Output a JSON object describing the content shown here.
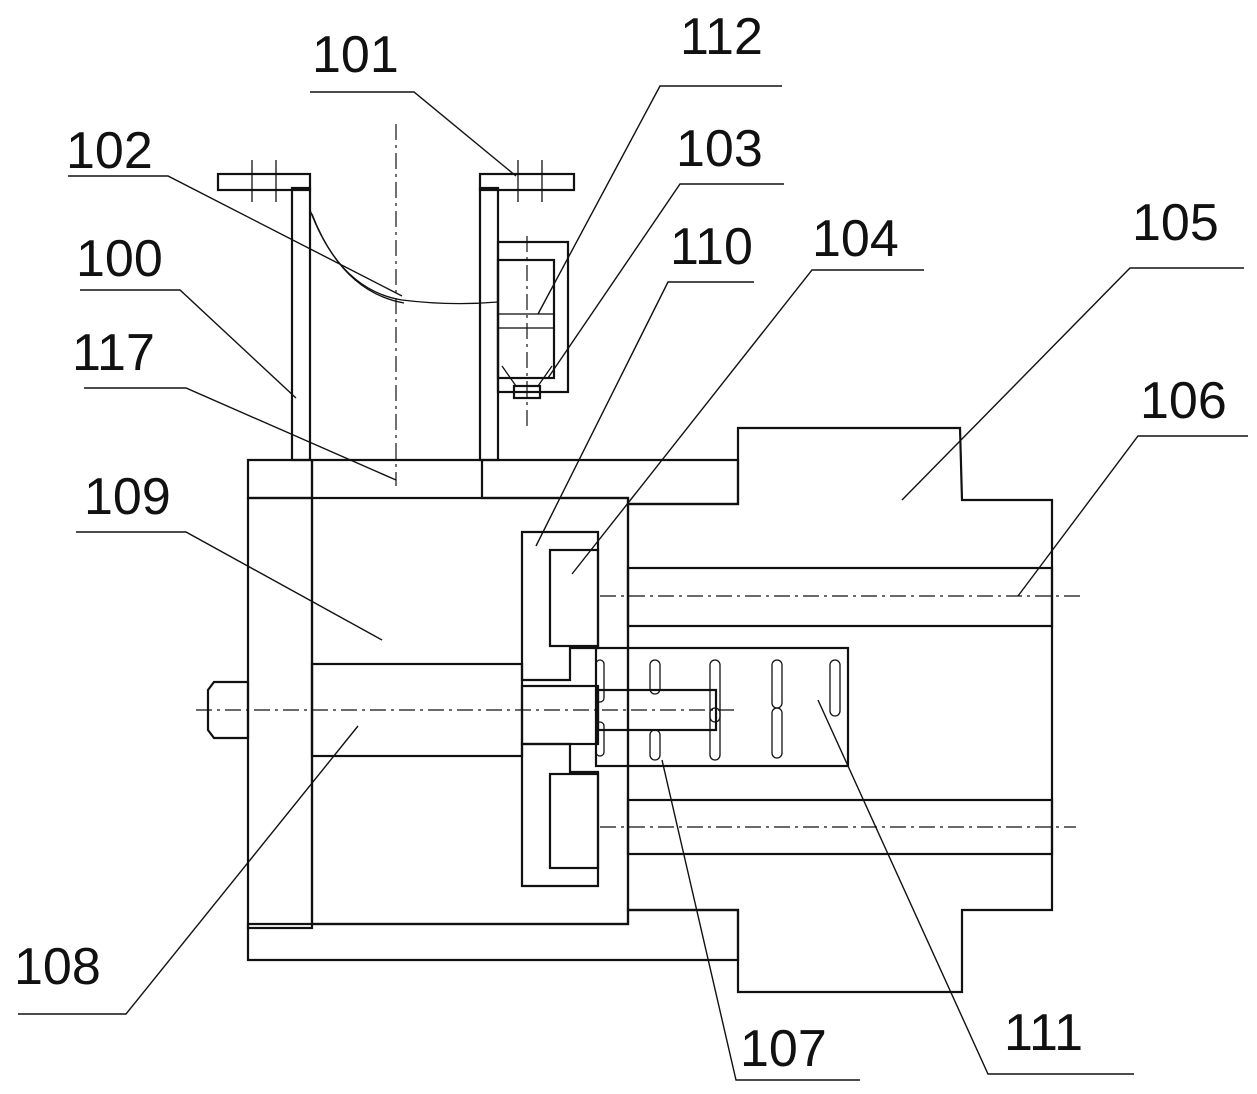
{
  "labels": {
    "l100": "100",
    "l101": "101",
    "l102": "102",
    "l103": "103",
    "l104": "104",
    "l105": "105",
    "l106": "106",
    "l107": "107",
    "l108": "108",
    "l109": "109",
    "l110": "110",
    "l111": "111",
    "l112": "112",
    "l117": "117"
  },
  "colors": {
    "line": "#111111",
    "background": "#ffffff"
  }
}
